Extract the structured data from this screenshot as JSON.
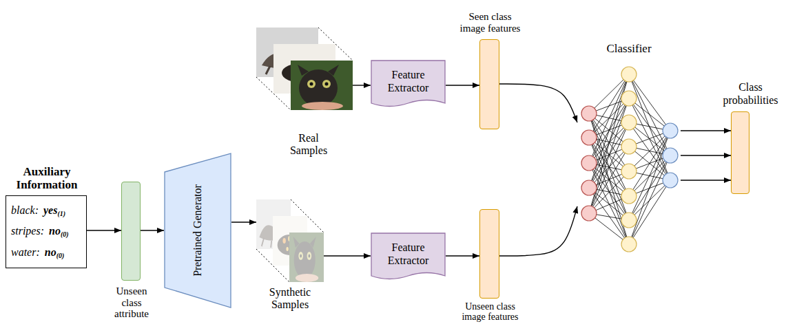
{
  "diagram": {
    "nodes": [
      {
        "text": [
          "Auxiliary Information",
          "black:",
          "yes",
          "(1)",
          "stripes:",
          "no",
          "(0)",
          "water:",
          "no",
          "(0)"
        ]
      },
      {
        "text": [
          "Unseen class attribute"
        ]
      },
      {
        "text": [
          "Pretrained Generator"
        ]
      },
      {
        "text": [
          "Real Samples"
        ]
      },
      {
        "text": [
          "Feature Extractor"
        ]
      },
      {
        "text": [
          "Seen class image features"
        ]
      },
      {
        "text": [
          "Synthetic Samples"
        ]
      },
      {
        "text": [
          "Feature Extractor"
        ]
      },
      {
        "text": [
          "Unseen class image features"
        ]
      },
      {
        "text": [
          "Classifier"
        ]
      },
      {
        "text": [
          "Class probabilities"
        ]
      }
    ],
    "edges": [
      {
        "from": 0,
        "to": 1,
        "arrow": "to"
      },
      {
        "from": 1,
        "to": 2,
        "arrow": "to"
      },
      {
        "from": 2,
        "to": 6,
        "arrow": "to"
      },
      {
        "from": 3,
        "to": 4,
        "arrow": "to"
      },
      {
        "from": 4,
        "to": 5,
        "arrow": "to"
      },
      {
        "from": 6,
        "to": 7,
        "arrow": "to"
      },
      {
        "from": 7,
        "to": 8,
        "arrow": "to"
      },
      {
        "from": 5,
        "to": 9,
        "arrow": "to"
      },
      {
        "from": 8,
        "to": 9,
        "arrow": "to"
      },
      {
        "from": 9,
        "to": 10,
        "arrow": "to"
      },
      {
        "from": 9,
        "to": 10,
        "arrow": "to"
      },
      {
        "from": 9,
        "to": 10,
        "arrow": "to"
      }
    ]
  }
}
